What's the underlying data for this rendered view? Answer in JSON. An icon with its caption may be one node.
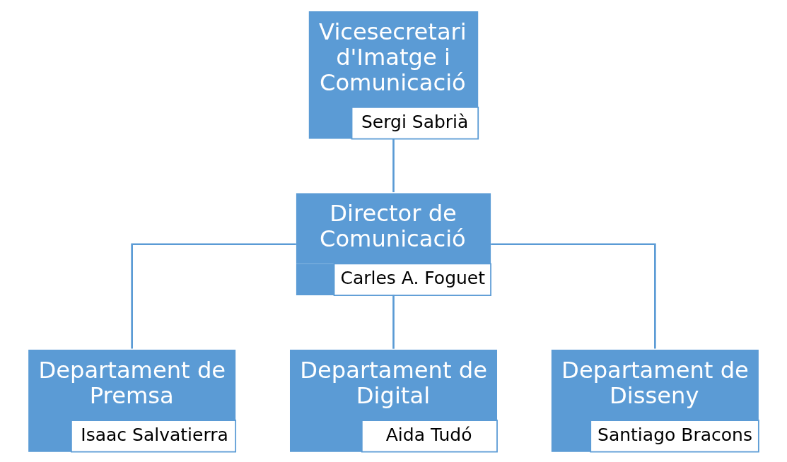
{
  "diagram": {
    "nodes": [
      {
        "text": [
          "Vicesecretari d'Imatge i Comunicació",
          "Sergi Sabrià"
        ]
      },
      {
        "text": [
          "Director de Comunicació",
          "Carles A. Foguet"
        ]
      },
      {
        "text": [
          "Departament de Premsa",
          "Isaac Salvatierra"
        ]
      },
      {
        "text": [
          "Departament de Digital",
          "Aida Tudó"
        ]
      },
      {
        "text": [
          "Departament de Disseny",
          "Santiago Bracons"
        ]
      }
    ],
    "edges": [
      {
        "from": 0,
        "to": 1,
        "arrow": "none"
      },
      {
        "from": 1,
        "to": 2,
        "arrow": "none"
      },
      {
        "from": 1,
        "to": 3,
        "arrow": "none"
      },
      {
        "from": 1,
        "to": 4,
        "arrow": "none"
      }
    ]
  }
}
